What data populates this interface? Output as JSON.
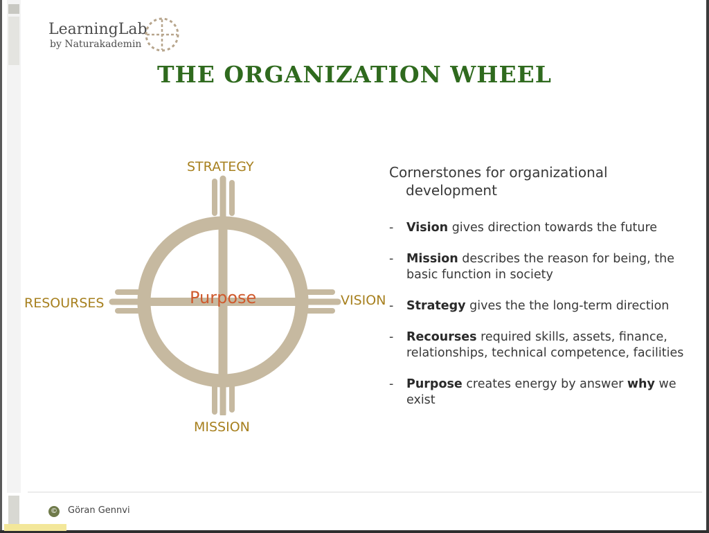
{
  "logo": {
    "name": "LearningLab",
    "sub": "by Naturakademin"
  },
  "title": "THE ORGANIZATION WHEEL",
  "wheel": {
    "top_label": "STRATEGY",
    "right_label": "VISION",
    "bottom_label": "MISSION",
    "left_label": "RESOURSES",
    "center_label": "Purpose"
  },
  "cornerstones": {
    "heading_line1": "Cornerstones for organizational",
    "heading_line2": "development",
    "items": [
      {
        "bold": "Vision",
        "text": "  gives direction towards the future"
      },
      {
        "bold": "Mission",
        "text": " describes the reason for being, the basic function in society"
      },
      {
        "bold": "Strategy",
        "text": " gives the the long-term direction"
      },
      {
        "bold": "Recourses",
        "text": " required skills, assets, finance, relationships, technical competence, facilities"
      },
      {
        "bold": "Purpose",
        "text": " creates energy by answer ",
        "bold2": "why",
        "text2": " we exist"
      }
    ]
  },
  "footer": {
    "copyright_symbol": "©",
    "author": "Göran Gennvi"
  },
  "colors": {
    "title": "#2f6a1e",
    "label": "#a7801f",
    "purpose": "#cf5a2d",
    "wheel": "#c6b9a0"
  }
}
